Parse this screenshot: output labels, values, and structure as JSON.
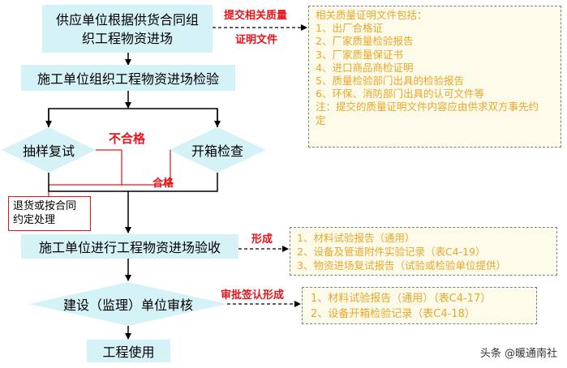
{
  "nodes": {
    "supply": "供应单位根据供货合同组织工程物资进场",
    "construction_check": "施工单位组织工程物资进场检验",
    "sample_retest": "抽样复试",
    "open_inspect": "开箱检查",
    "return_goods": "退货或按合同约定处理",
    "acceptance": "施工单位进行工程物资进场验收",
    "review": "建设（监理）单位审核",
    "use": "工程使用"
  },
  "edge_labels": {
    "submit_quality": "提交相关质量",
    "certificates": "证明文件",
    "unqualified": "不合格",
    "qualified": "合格",
    "form": "形成",
    "approve_sign": "审批签认形成"
  },
  "notes": {
    "quality_docs": [
      "相关质量证明文件包括：",
      "1、出厂合格证",
      "2、厂家质量检验报告",
      "3、厂家质量保证书",
      "4、进口商品商检证明",
      "5、质量检验部门出具的检验报告",
      "6、环保、消防部门出具的认可文件等",
      "注：提交的质量证明文件内容应由供求双方事先约定"
    ],
    "acceptance_docs": [
      "1、材料试验报告（通用）",
      "2、设备及管道附件实验记录（表C4-19）",
      "3、物资进场复试报告（试验或检验单位提供）"
    ],
    "review_docs": [
      "1、材料试验报告（通用）（表C4-17）",
      "2、设备开箱检验记录（表C4-18）"
    ]
  },
  "watermark": "头条 @暖通南社",
  "colors": {
    "box_fill": "#d5f2f6",
    "label_red": "#e5141b",
    "note_text": "#e8a62b",
    "note_fill": "#fcfbe9",
    "line": "#000000"
  }
}
